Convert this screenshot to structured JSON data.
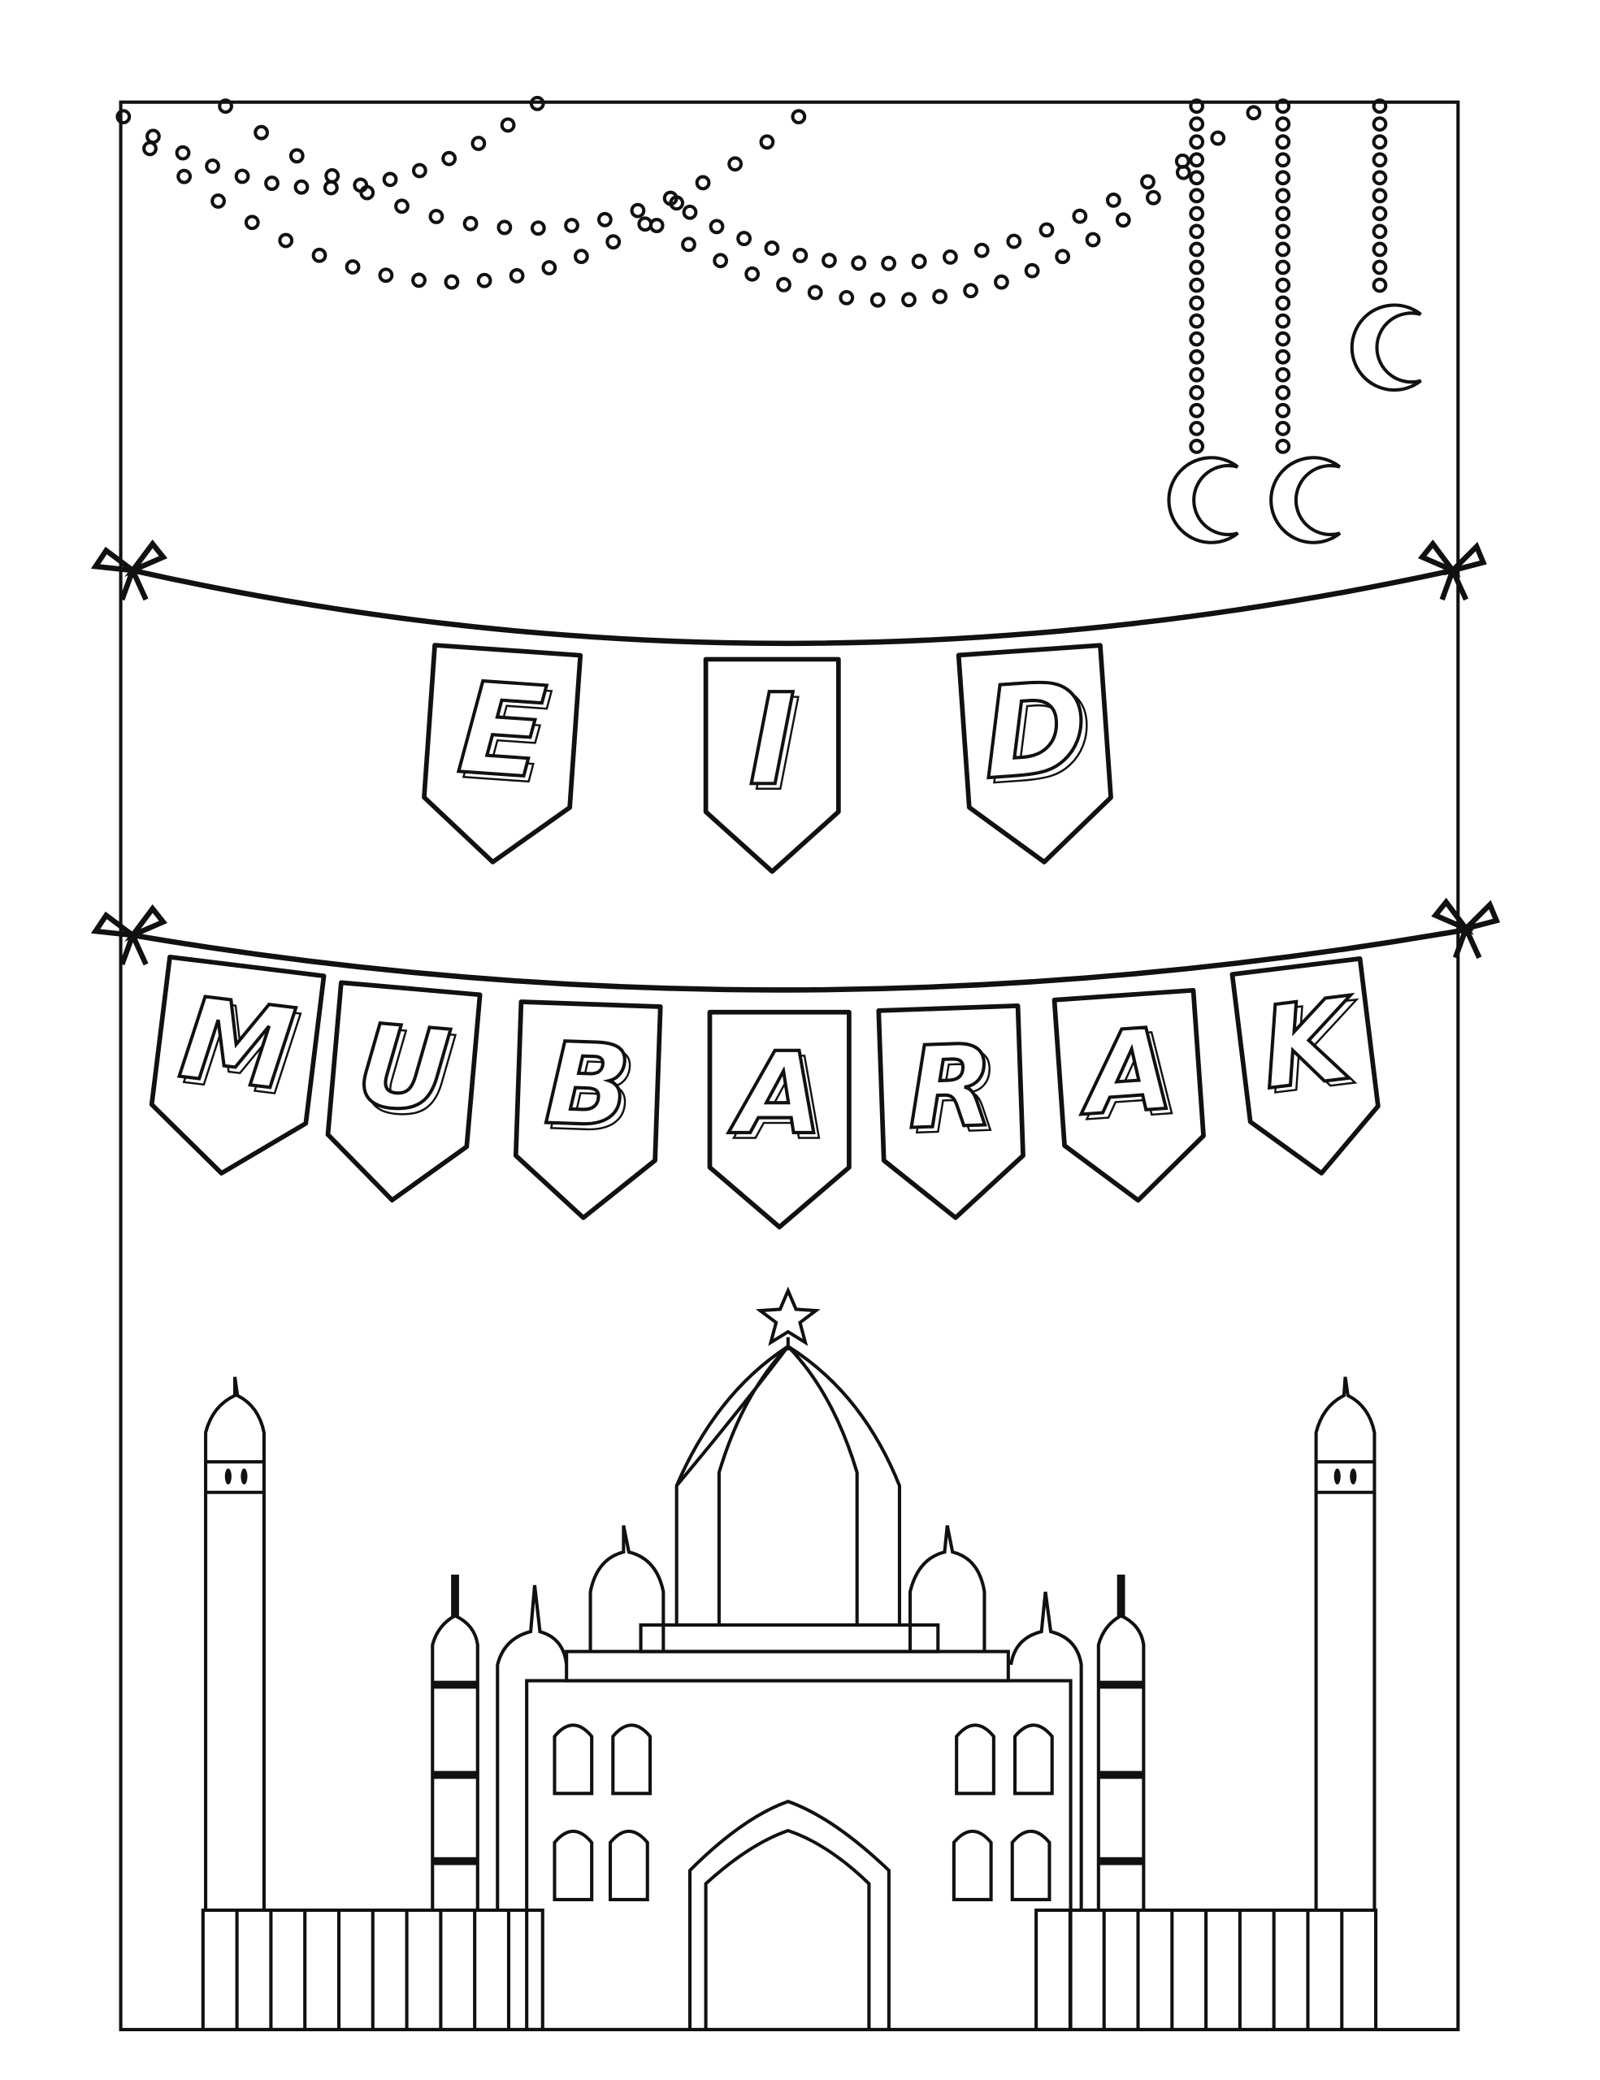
{
  "banner_top": {
    "letters": [
      "E",
      "I",
      "D"
    ]
  },
  "banner_bottom": {
    "letters": [
      "M",
      "U",
      "B",
      "A",
      "R",
      "A",
      "K"
    ]
  },
  "colors": {
    "line": "#111111",
    "background": "#ffffff"
  }
}
